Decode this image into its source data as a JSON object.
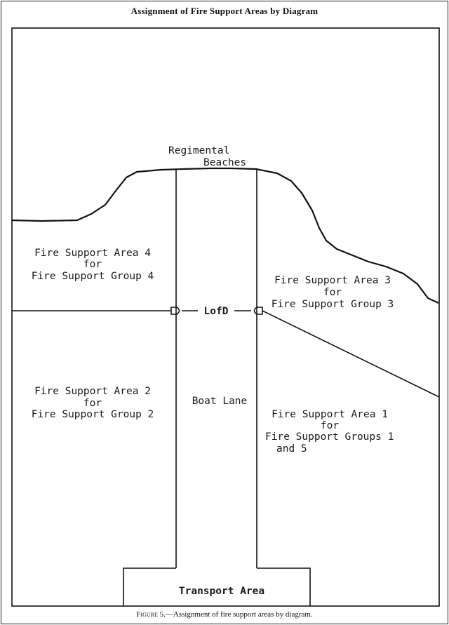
{
  "title": "Assignment of Fire Support Areas by Diagram",
  "caption": {
    "figure_label": "Figure 5.",
    "text": "—Assignment of fire support areas by diagram."
  },
  "diagram": {
    "beaches_label_line1": "Regimental",
    "beaches_label_line2": "Beaches",
    "line_of_departure": "LofD",
    "boat_lane": "Boat Lane",
    "transport_area": "Transport Area",
    "area4": {
      "line1": "Fire Support Area 4",
      "line2": "for",
      "line3": "Fire Support Group 4"
    },
    "area3": {
      "line1": "Fire Support Area 3",
      "line2": "for",
      "line3": "Fire Support Group 3"
    },
    "area2": {
      "line1": "Fire Support Area 2",
      "line2": "for",
      "line3": "Fire Support Group 2"
    },
    "area1": {
      "line1": "Fire Support Area 1",
      "line2": "for",
      "line3": "Fire Support Groups 1",
      "line4": "and 5"
    }
  }
}
